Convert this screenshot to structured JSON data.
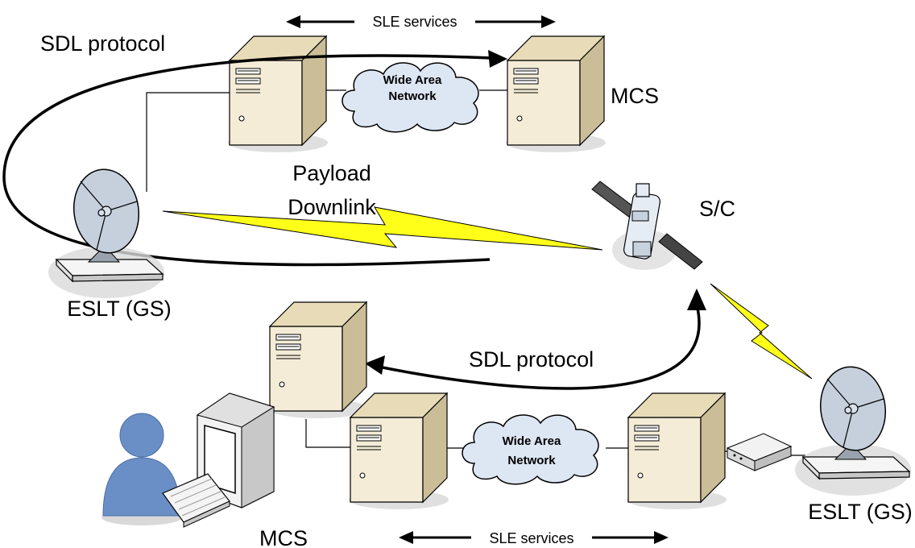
{
  "labels": {
    "sle_services_top": "SLE services",
    "sle_services_bottom": "SLE services",
    "sdl_protocol_top": "SDL protocol",
    "sdl_protocol_bottom": "SDL protocol",
    "mcs_top": "MCS",
    "mcs_bottom": "MCS",
    "payload_line1": "Payload",
    "payload_line2": "Downlink",
    "sc": "S/C",
    "eslt_left": "ESLT (GS)",
    "eslt_right": "ESLT (GS)"
  },
  "clouds": {
    "top": {
      "line1": "Wide Area",
      "line2": "Network"
    },
    "bottom": {
      "line1": "Wide Area",
      "line2": "Network"
    }
  },
  "colors": {
    "server_light": "#f4ecd6",
    "server_dark": "#cbbd97",
    "cloud_fill": "#dde6f3",
    "lightning": "#ffff1a",
    "dish": "#c5d0dc",
    "person": "#6a8fc6",
    "stroke": "#000000"
  },
  "icons": [
    "server-icon",
    "cloud-icon",
    "satellite-icon",
    "dish-antenna-icon",
    "lightning-icon",
    "user-icon",
    "monitor-icon",
    "keyboard-icon",
    "modem-icon"
  ]
}
